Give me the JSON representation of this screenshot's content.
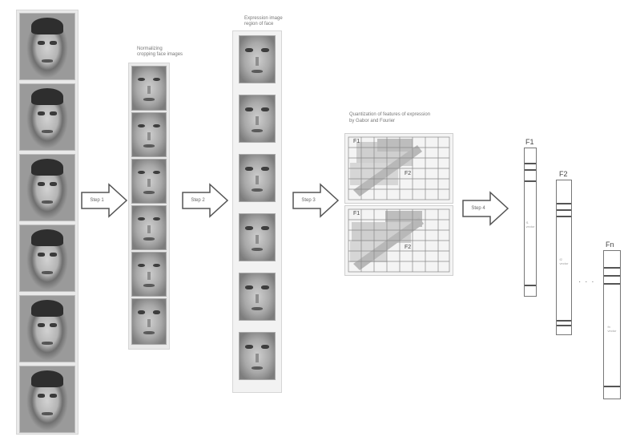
{
  "captions": {
    "crops": [
      "Normalizing",
      "cropping face images"
    ],
    "regions": [
      "Expression image",
      "region of face"
    ],
    "grids": [
      "Quantization of features of expression",
      "by Gabor and Fourier"
    ]
  },
  "steps": [
    "Step 1",
    "Step 2",
    "Step 3",
    "Step 4"
  ],
  "grid_symbols": {
    "top_left": "F1",
    "top_right": "F2",
    "bottom_left": "F1",
    "bottom_right": "F2"
  },
  "features": [
    {
      "label": "F1",
      "inner": "f1 vector"
    },
    {
      "label": "F2",
      "inner": "f2 vector"
    },
    {
      "label": "Fn",
      "inner": "fn vector"
    }
  ],
  "ellipsis": "· · ·",
  "colors": {
    "background": "#ffffff",
    "photo_border": "#bdbdbd",
    "bar_stroke": "#777777"
  }
}
